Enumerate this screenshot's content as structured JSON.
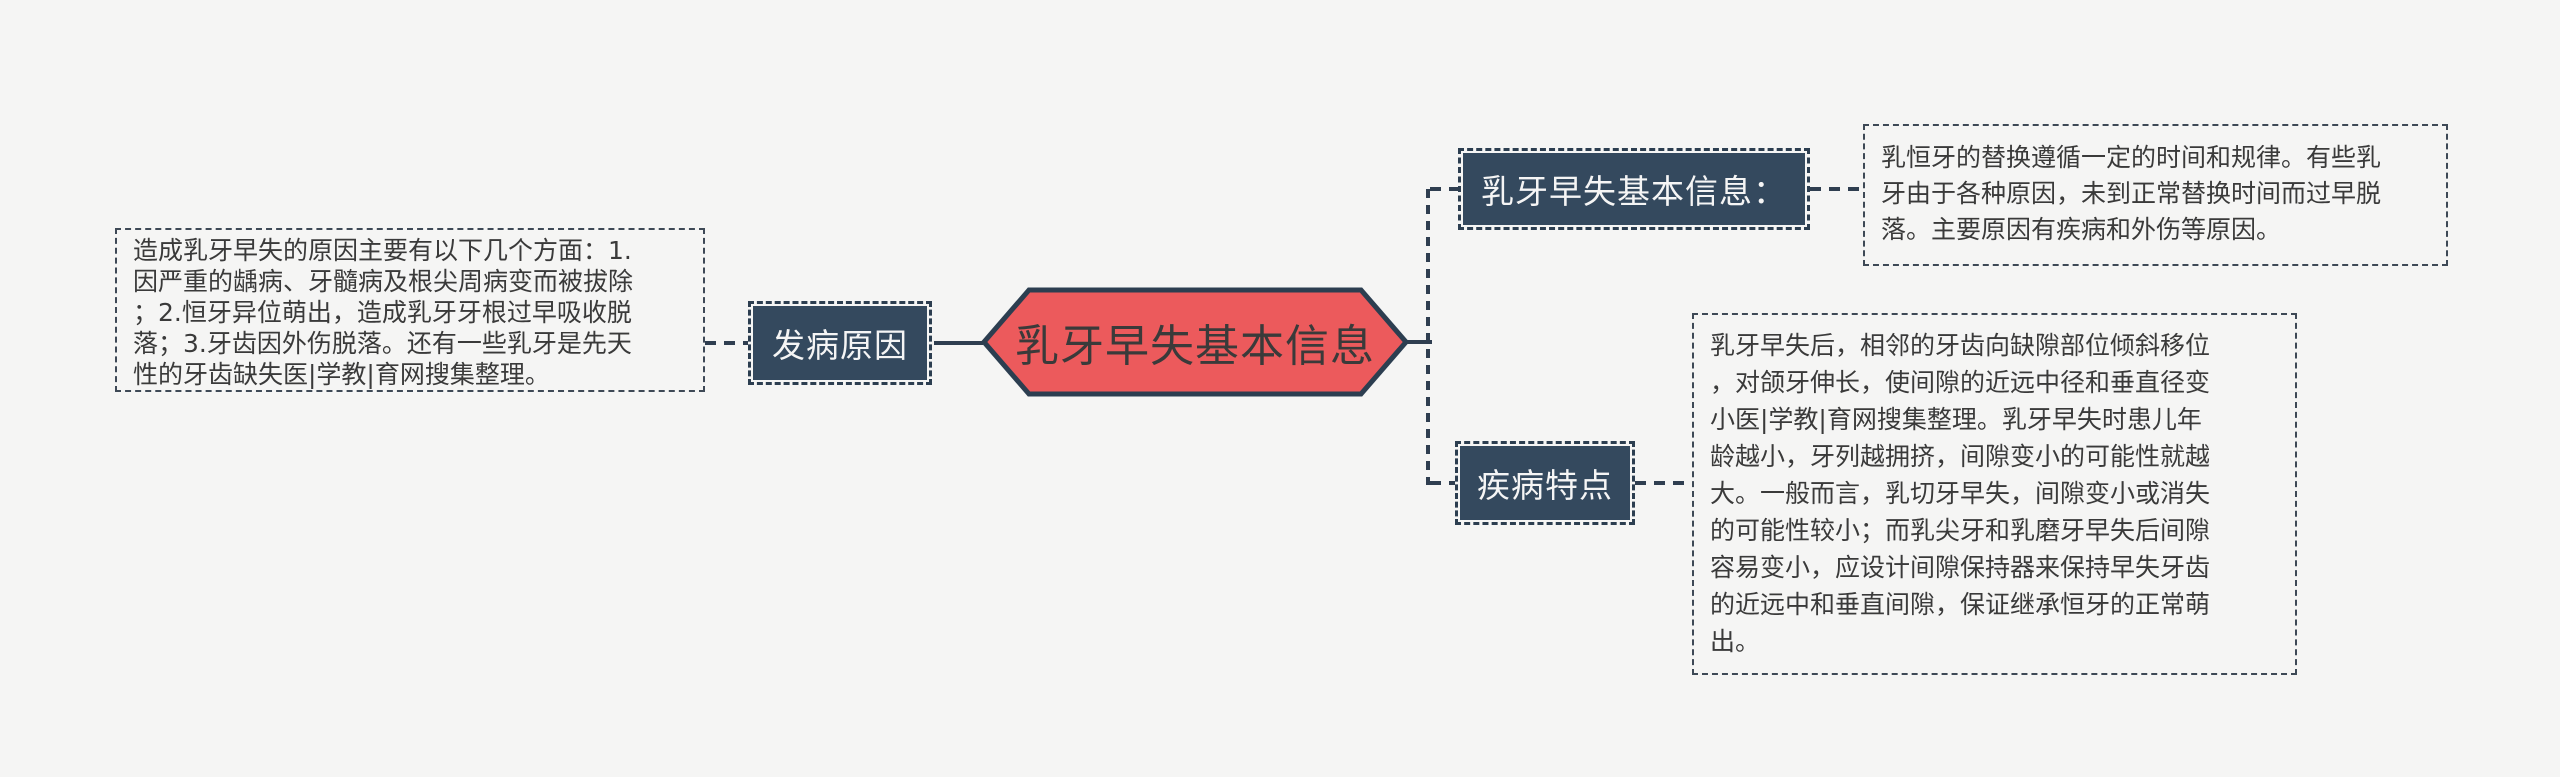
{
  "palette": {
    "page_bg": "#F5F5F4",
    "navy": "#34495E",
    "navy_border": "#2C3E50",
    "red": "#EC5A5C",
    "box_border": "#3E4956",
    "connector": "#2F3E50",
    "text_dark": "#3A3A3A",
    "text_light": "#F5F5F5"
  },
  "diagram": {
    "root": {
      "label": "乳牙早失基本信息"
    },
    "branches": [
      {
        "id": "cause",
        "label": "发病原因",
        "note": "造成乳牙早失的原因主要有以下几个方面：1.\n因严重的龋病、牙髓病及根尖周病变而被拔除\n；2.恒牙异位萌出，造成乳牙牙根过早吸收脱\n落；3.牙齿因外伤脱落。还有一些乳牙是先天\n性的牙齿缺失医|学教|育网搜集整理。"
      },
      {
        "id": "info",
        "label": "乳牙早失基本信息：",
        "note": "乳恒牙的替换遵循一定的时间和规律。有些乳\n牙由于各种原因，未到正常替换时间而过早脱\n落。主要原因有疾病和外伤等原因。"
      },
      {
        "id": "feature",
        "label": "疾病特点",
        "note": "乳牙早失后，相邻的牙齿向缺隙部位倾斜移位\n，对颌牙伸长，使间隙的近远中径和垂直径变\n小医|学教|育网搜集整理。乳牙早失时患儿年\n龄越小，牙列越拥挤，间隙变小的可能性就越\n大。一般而言，乳切牙早失，间隙变小或消失\n的可能性较小；而乳尖牙和乳磨牙早失后间隙\n容易变小，应设计间隙保持器来保持早失牙齿\n的近远中和垂直间隙，保证继承恒牙的正常萌\n出。"
      }
    ]
  }
}
